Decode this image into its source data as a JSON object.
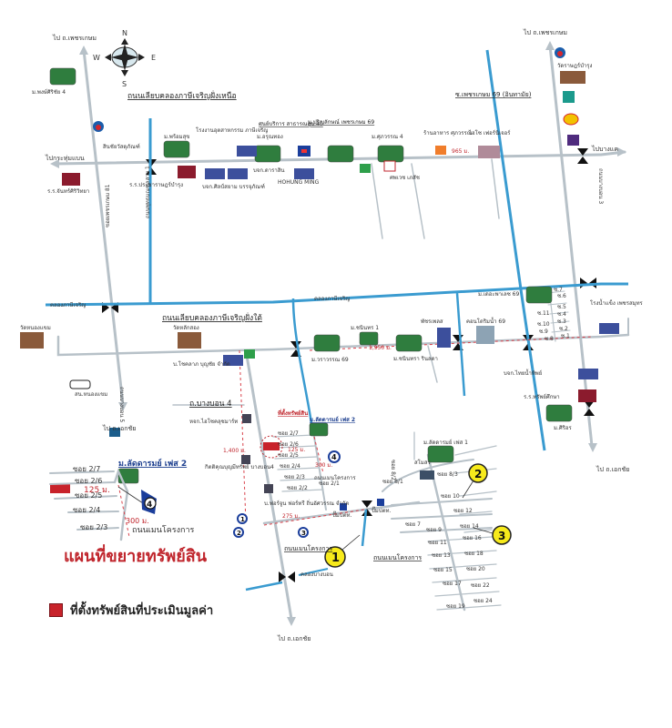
{
  "compass": {
    "n": "N",
    "s": "S",
    "e": "E",
    "w": "W"
  },
  "destinations": {
    "to_phetkasem_left": "ไป ถ.เพชรเกษม",
    "to_phetkasem_right": "ไป ถ.เพชรเกษม",
    "to_krathum_baen": "ไปกระทุ่มแบน",
    "to_bang_khae": "ไปบางแค",
    "to_ekkachai_left": "ไป ถ.เอกชัย",
    "to_ekkachai_right": "ไป ถ.เอกชัย",
    "to_ekkachai_bottom": "ไป ถ.เอกชัย"
  },
  "roads": {
    "north_canal_road": "ถนนเลียบคลองภาษีเจริญฝั่งเหนือ",
    "south_canal_road": "ถนนเลียบคลองภาษีเจริญฝั่งใต้",
    "canal": "คลองภาษีเจริญ",
    "canal_left": "คลองภาษีเจริญ",
    "phetkasem_69": "ซ.เพชรเกษม 69 (อินทามัย)",
    "bangbon_4": "ถ.บางบอน 4",
    "bangbon_3": "ถนนบางบอน 3",
    "bangbon_5": "ถนนบางบอน 5",
    "phutthamonthon": "ถนนพุทธมณฑลสาย 1",
    "phetkasem_81": "ซอยเพชรเกษม 81",
    "main_project_road": "ถนนเมนโครงการ",
    "main_project_road_2": "ถนนเมนโครงการ",
    "main_project_road_3": "ถนนเมนโครงการ",
    "main_project_road_inset": "ถนนเมนโครงการ",
    "canal_bang_bon": "คลองบางบอน"
  },
  "landmarks": {
    "phongsiri_4": "ม.พงษ์ศิริชัย 4",
    "watrad": "วัดราษฎร์บำรุง",
    "sinchai": "สินชัยวัสดุภัณฑ์",
    "ror_ror_jan": "ร.ร.จันทร์ศิริวิทยา",
    "phromsuk": "ม.พร้อมสุข",
    "ror_ror_prachabamrung": "ร.ร.ประชาราษฎร์บำรุง",
    "factory_sincharoen": "โรงงานอุตสาหกรรม ภาษีเจริญ",
    "silpsayam": "บจก.ศิลป์สยาม บรรจุภัณฑ์",
    "arun": "ม.อรุณทอง",
    "public_health": "ศูนย์บริการ สาธารณสุข 40",
    "bothai": "บจก.ดาราสิน",
    "hohung": "HOHUNG MING",
    "prinyalak": "ม.ปริญลักษณ์ เพชรเกษม 69",
    "supawan_4": "ม.ศุภวรรณ 4",
    "pharmacy": "ศพเวช เภสัช",
    "restaurant": "ร้านอาหาร ศุภวรรณ",
    "furniture": "ไฮโซ เฟอร์นิเจอร์",
    "dist_965": "965 ม.",
    "wat_nong_yai": "วัดหนองแขม",
    "wat_hak_song": "วัดหลักสอง",
    "saha_bundit": "บ.โชคลาภ บุญชัย จำกัด",
    "police": "สน.หนองแขม",
    "lokuswong": "หจก.ไฮโซคลุชมาร์ท",
    "kittichai": "กิตติคุณบุญมีทรัพย์ บางบอน4",
    "fortune": "บ.ฟอร์จูน ฟอร์ทรี ถิ่นอัศวรรณ จำกัด",
    "sarawan_69": "ม.วราวรรณ 69",
    "chanon_1": "ม.ชนินทร 1",
    "chanin_rinlada": "ม.ชนินทรา รินลดา",
    "dist_1950": "1,950 ม.",
    "ptt_gas": "ปั๊มน้ำมัน ปตท.",
    "pet_place": "พัชรเพลส",
    "condo": "คอนโดริมน้ำ 69",
    "the_palace": "ม.เดอะพาเลซ 69",
    "water_factory": "โรงน้ำแข็ง เพชรสมุทร",
    "thai_namthip": "บจก.ไทยน้ำทิพย์",
    "school_right": "ร.ร.ทรัพย์ศึกษา",
    "m_sirion": "ม.ศิริอร",
    "latdaram_phase1": "ม.ลัดดารมย์ เฟส 1",
    "samukra": "สโมสร",
    "latdaram_phase2": "ม.ลัดดารมย์ เฟส 2",
    "ptt_1": "ปั๊มปตท.",
    "ptt_2": "ปั๊มปตท.",
    "property_location": "ที่ตั้งทรัพย์สิน"
  },
  "distances": {
    "d1400": "1,400 ม.",
    "d125": "125 ม.",
    "d300": "300 ม.",
    "d275": "275 ม.",
    "inset_125": "125 ม.",
    "inset_300": "300 ม."
  },
  "sois": {
    "s27": "ซอย 2/7",
    "s26": "ซอย 2/6",
    "s25": "ซอย 2/5",
    "s24": "ซอย 2/4",
    "s23": "ซอย 2/3",
    "s22": "ซอย 2/2",
    "s21": "ซอย 2/1",
    "s81": "ซอย 8/1",
    "s82": "ซอย 8/2",
    "s83": "ซอย 8/3",
    "s7": "ซอย 7",
    "s9": "ซอย 9",
    "s10": "ซอย 10",
    "s11": "ซอย 11",
    "s12": "ซอย 12",
    "s13": "ซอย 13",
    "s14": "ซอย 14",
    "s15": "ซอย 15",
    "s16": "ซอย 16",
    "s17": "ซอย 17",
    "s18": "ซอย 18",
    "s19": "ซอย 19",
    "s20": "ซอย 20",
    "s22b": "ซอย 22",
    "s24b": "ซอย 24",
    "small": [
      "ซ.7",
      "ซ.6",
      "ซ.5",
      "ซ.4",
      "ซ.3",
      "ซ.2",
      "ซ.1",
      "ซ.11",
      "ซ.10",
      "ซ.9",
      "ซ.8"
    ]
  },
  "inset": {
    "village": "ม.ลัดดารมย์ เฟส 2",
    "s27": "ซอย 2/7",
    "s26": "ซอย 2/6",
    "s25": "ซอย 2/5",
    "s24": "ซอย 2/4",
    "s23": "ซอย 2/3",
    "title": "แผนที่ขยายทรัพย์สิน"
  },
  "markers": [
    "1",
    "2",
    "3",
    "4"
  ],
  "legend": {
    "label": "ที่ตั้งทรัพย์สินที่ประเมินมูลค่า",
    "color": "#c8232b"
  }
}
